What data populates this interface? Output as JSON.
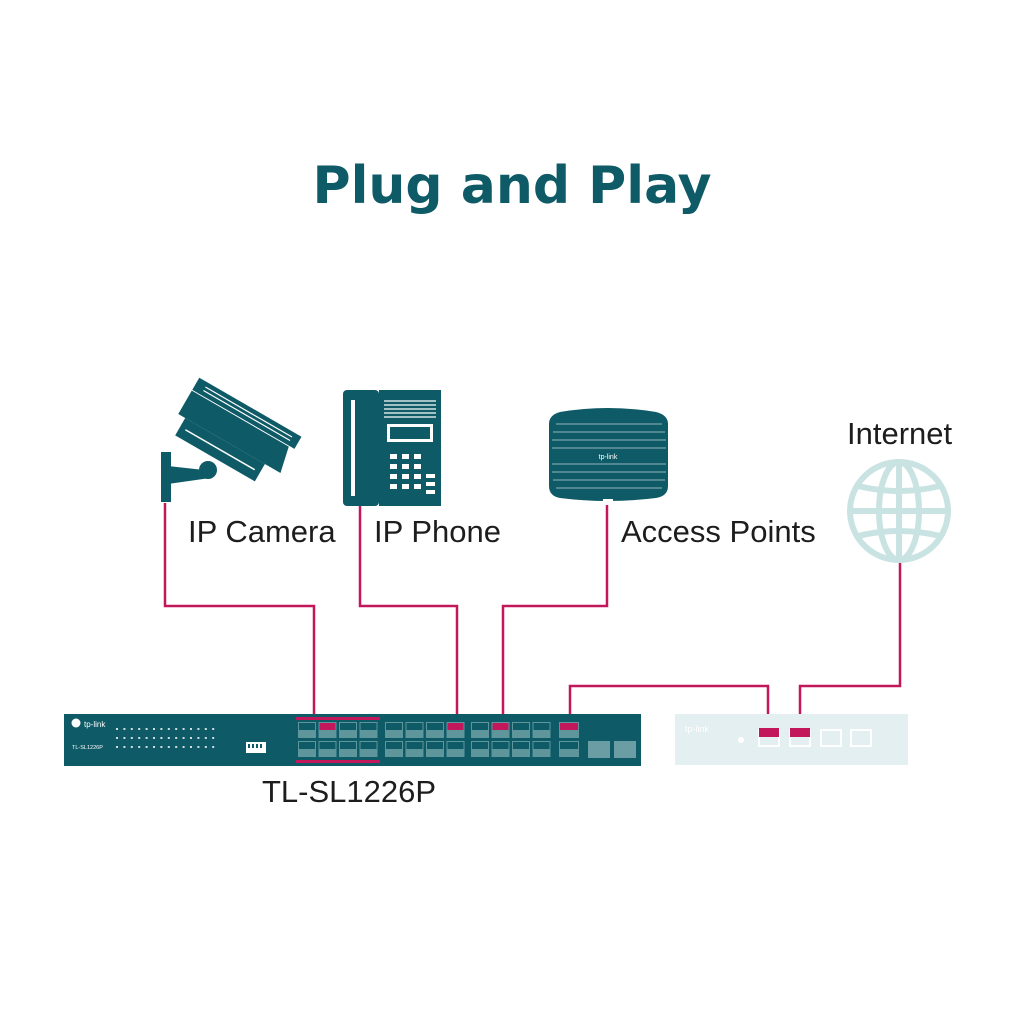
{
  "title": "Plug and Play",
  "devices": {
    "camera": "IP Camera",
    "phone": "IP Phone",
    "access_points": "Access Points",
    "internet": "Internet"
  },
  "switch": {
    "model": "TL-SL1226P",
    "brand": "tp-link",
    "model_small": "TL-SL1226P"
  },
  "router": {
    "brand": "tp-link"
  },
  "colors": {
    "title": "#0e5a66",
    "device": "#0e5a66",
    "cable": "#c2185b",
    "router": "#e3eff0",
    "globe": "#c9e3e3"
  }
}
